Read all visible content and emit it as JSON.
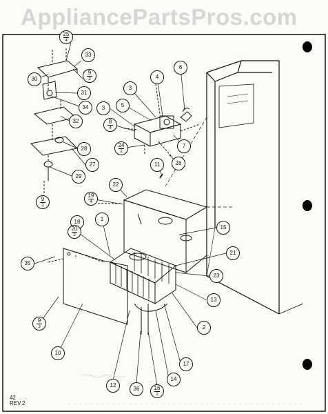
{
  "watermark": "AppliancePartsPros.com",
  "page_ref": {
    "line1": "42",
    "line2": "REV.2"
  },
  "callouts": [
    {
      "id": "c25-4",
      "label": "25",
      "sub": "4"
    },
    {
      "id": "c33",
      "label": "33"
    },
    {
      "id": "c30",
      "label": "30"
    },
    {
      "id": "c9-2a",
      "label": "9",
      "sub": "2"
    },
    {
      "id": "c31",
      "label": "31"
    },
    {
      "id": "c34",
      "label": "34"
    },
    {
      "id": "c32",
      "label": "32"
    },
    {
      "id": "c28",
      "label": "28"
    },
    {
      "id": "c27",
      "label": "27"
    },
    {
      "id": "c29",
      "label": "29"
    },
    {
      "id": "c9-2b",
      "label": "9",
      "sub": "2"
    },
    {
      "id": "c4",
      "label": "4"
    },
    {
      "id": "c6",
      "label": "6"
    },
    {
      "id": "c3a",
      "label": "3"
    },
    {
      "id": "c5",
      "label": "5"
    },
    {
      "id": "c3b",
      "label": "3"
    },
    {
      "id": "c8-4",
      "label": "8",
      "sub": "4"
    },
    {
      "id": "c24-2",
      "label": "24",
      "sub": "2"
    },
    {
      "id": "c7",
      "label": "7"
    },
    {
      "id": "c26",
      "label": "26"
    },
    {
      "id": "c11",
      "label": "11"
    },
    {
      "id": "c22",
      "label": "22"
    },
    {
      "id": "c19-4",
      "label": "19",
      "sub": "4"
    },
    {
      "id": "c18",
      "label": "18"
    },
    {
      "id": "c1",
      "label": "1"
    },
    {
      "id": "c20-2",
      "label": "20",
      "sub": "2"
    },
    {
      "id": "c15",
      "label": "15"
    },
    {
      "id": "c21",
      "label": "21"
    },
    {
      "id": "c35",
      "label": "35"
    },
    {
      "id": "c23",
      "label": "23"
    },
    {
      "id": "c13",
      "label": "13"
    },
    {
      "id": "c9-3",
      "label": "9",
      "sub": "3"
    },
    {
      "id": "c2",
      "label": "2"
    },
    {
      "id": "c10",
      "label": "10"
    },
    {
      "id": "c17",
      "label": "17"
    },
    {
      "id": "c12",
      "label": "12"
    },
    {
      "id": "c36",
      "label": "36"
    },
    {
      "id": "c16-2",
      "label": "16",
      "sub": "2"
    },
    {
      "id": "c14",
      "label": "14"
    }
  ]
}
